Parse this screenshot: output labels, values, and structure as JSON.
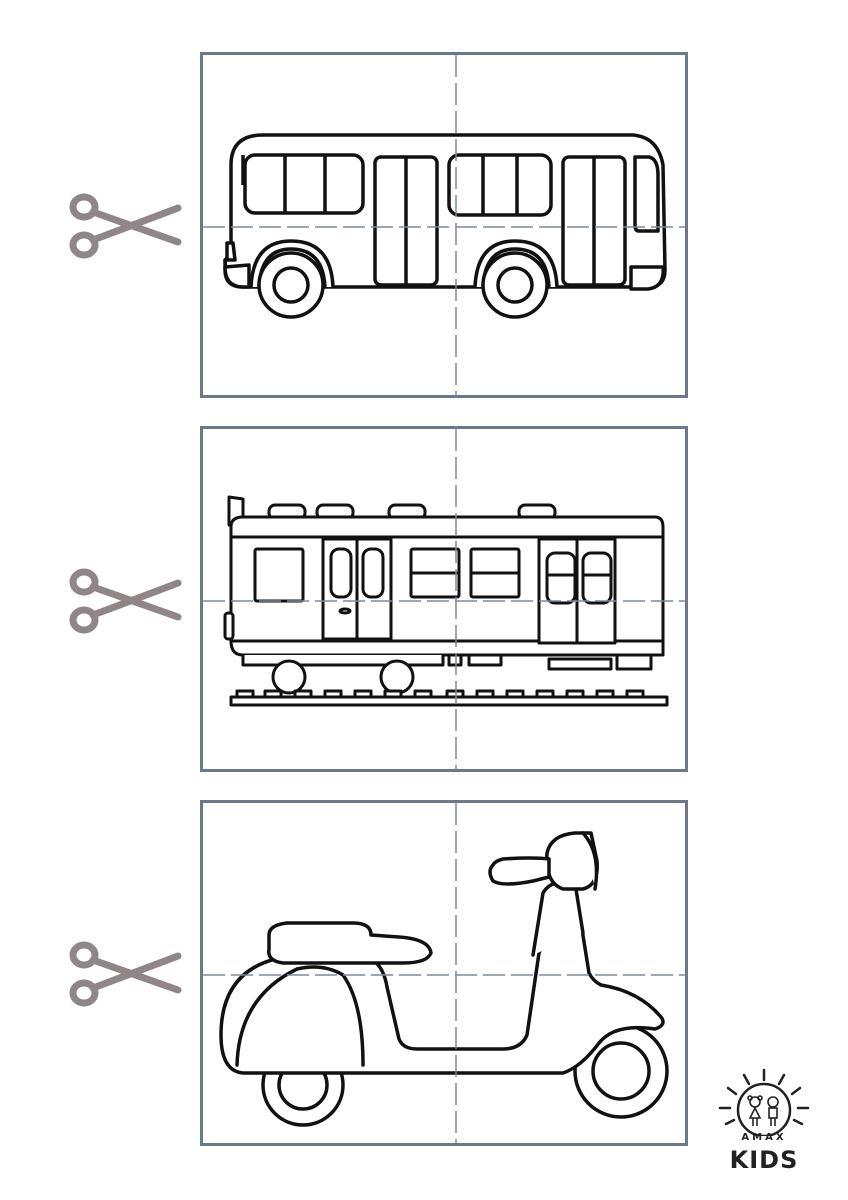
{
  "page": {
    "cards": [
      {
        "id": "bus",
        "subject": "bus-drawing"
      },
      {
        "id": "train",
        "subject": "train-drawing"
      },
      {
        "id": "scooter",
        "subject": "scooter-drawing"
      }
    ],
    "colors": {
      "frame": "#6b7a8a",
      "cut_line": "#7d8a97",
      "scissors": "#8f8688",
      "ink": "#111111"
    }
  },
  "logo": {
    "brand": "AMAX",
    "name": "KIDS"
  }
}
